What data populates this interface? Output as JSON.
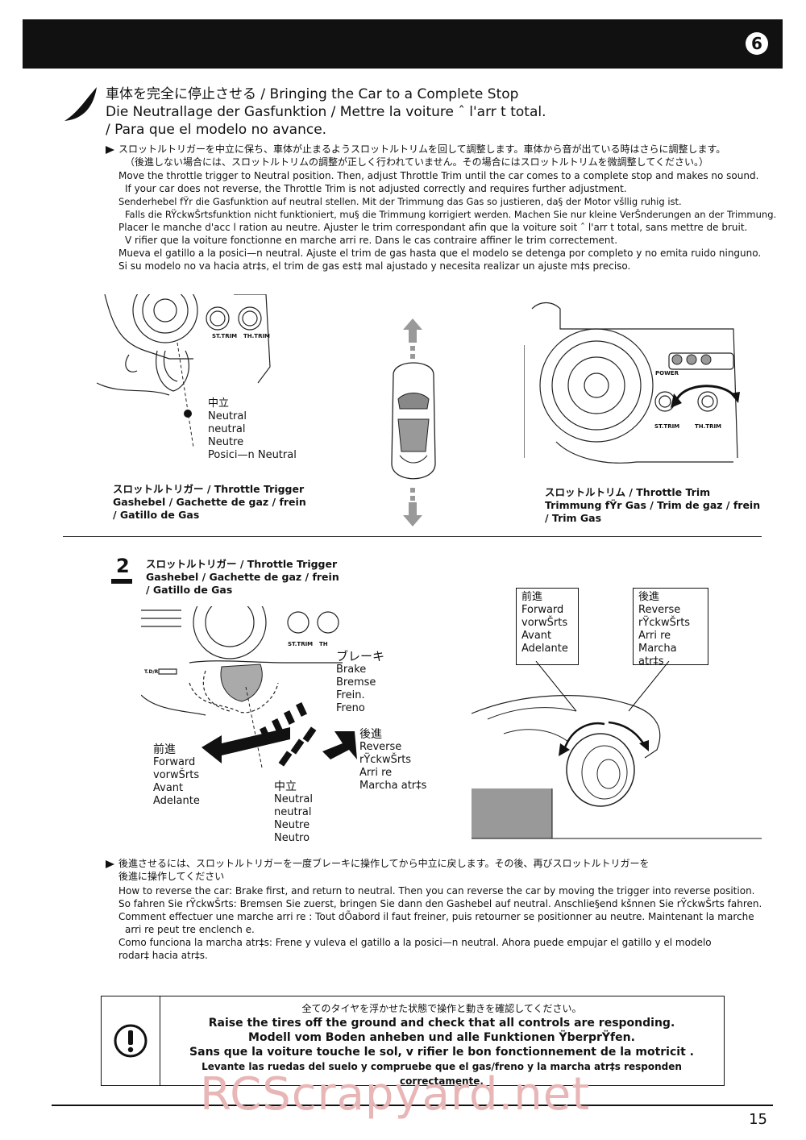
{
  "header": {
    "step_badge": "6"
  },
  "title": {
    "line1": "車体を完全に停止させる / Bringing the Car to a Complete Stop",
    "line2": "Die Neutrallage der Gasfunktion / Mettre la voiture ˆ l'arr t total.",
    "line3": "/ Para que el modelo no avance."
  },
  "instructions1": [
    "スロットルトリガーを中立に保ち、車体が止まるようスロットルトリムを回して調整します。車体から音が出ている時はさらに調整します。",
    "（後進しない場合には、スロットルトリムの調整が正しく行われていません。その場合にはスロットルトリムを微調整してください。）",
    "Move the throttle trigger to Neutral position. Then, adjust Throttle Trim until the car comes to a complete stop and makes no sound.",
    "If your car does not reverse, the Throttle Trim is not adjusted correctly and requires further adjustment.",
    "Senderhebel fŸr die Gasfunktion auf neutral stellen. Mit der Trimmung das Gas so justieren, da§ der Motor všllig ruhig ist.",
    "Falls die RŸckwŠrtsfunktion nicht funktioniert, mu§ die Trimmung korrigiert werden. Machen Sie nur kleine VerŠnderungen an der Trimmung.",
    "Placer le manche d'acc l ration au neutre. Ajuster le trim correspondant afin que la voiture soit ˆ l'arr t total, sans  mettre de bruit.",
    "V rifier que la voiture fonctionne en marche arri re. Dans le cas contraire affiner le trim correctement.",
    "Mueva el gatillo a la posici—n neutral. Ajuste el trim de gas hasta que el modelo se detenga por completo y no emita ruido ninguno.",
    "Si su modelo no va hacia atr‡s, el trim de gas est‡ mal ajustado y necesita realizar un ajuste m‡s preciso."
  ],
  "fig1": {
    "st_trim": "ST.TRIM",
    "th_trim": "TH.TRIM",
    "neutral_jp": "中立",
    "neutral": [
      "Neutral",
      "neutral",
      "Neutre",
      "Posici—n Neutral"
    ],
    "trigger_jp": "スロットルトリガー / Throttle Trigger",
    "trigger_l2": "Gashebel / Gachette de gaz / frein",
    "trigger_l3": "/ Gatillo de Gas",
    "power": "POWER",
    "trim_jp": "スロットルトリム / Throttle Trim",
    "trim_l2": "Trimmung fŸr Gas / Trim de gaz / frein",
    "trim_l3": "/ Trim Gas"
  },
  "step2": {
    "number": "2",
    "trigger_jp": "スロットルトリガー / Throttle Trigger",
    "trigger_l2": "Gashebel / Gachette de gaz / frein",
    "trigger_l3": "/ Gatillo de Gas",
    "st_trim": "ST.TRIM",
    "th": "TH",
    "dr": "T.D/R",
    "brake": [
      "ブレーキ",
      "Brake",
      "Bremse",
      "Frein.",
      "Freno"
    ],
    "forward": [
      "前進",
      "Forward",
      "vorwŠrts",
      "Avant",
      "Adelante"
    ],
    "reverse": [
      "後進",
      "Reverse",
      "rŸckwŠrts",
      "Arri re",
      "Marcha atr‡s"
    ],
    "neutral": [
      "中立",
      "Neutral",
      "neutral",
      "Neutre",
      "Neutro"
    ]
  },
  "instructions2": [
    "後進させるには、スロットルトリガーを一度ブレーキに操作してから中立に戻します。その後、再びスロットルトリガーを",
    "後進に操作してください",
    "How to reverse the car: Brake first, and return to neutral. Then you can reverse the car by moving the trigger into reverse position.",
    "So fahren Sie rŸckwŠrts: Bremsen Sie zuerst, bringen Sie dann den Gashebel auf neutral. Anschlie§end kšnnen Sie rŸckwŠrts fahren.",
    "Comment effectuer une marche arri re : Tout dÕabord il faut freiner, puis retourner se positionner au neutre. Maintenant la marche",
    "arri re peut  tre enclench e.",
    "Como funciona la marcha atr‡s: Frene y vuleva el gatillo a la posici—n neutral. Ahora puede empujar el gatillo y el modelo",
    "rodar‡ hacia atr‡s."
  ],
  "warning": [
    "全てのタイヤを浮かせた状態で操作と動きを確認してください。",
    "Raise the tires off the ground and check that all controls are responding.",
    "Modell vom Boden anheben und alle Funktionen ŸberprŸfen.",
    "Sans que la voiture touche le sol, v rifier le bon fonctionnement de la motricit .",
    "Levante las ruedas del suelo y compruebe que el gas/freno y la marcha atr‡s responden correctamente."
  ],
  "footer": {
    "watermark": "RCScrapyard.net",
    "page": "15"
  }
}
